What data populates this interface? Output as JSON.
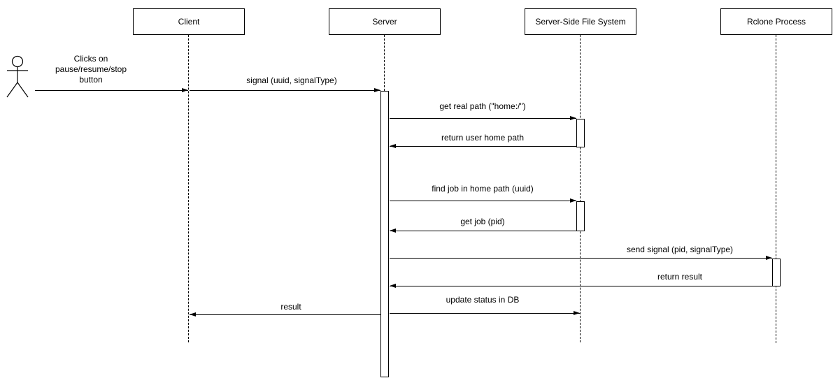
{
  "diagram": {
    "type": "uml-sequence",
    "background_color": "#ffffff",
    "stroke_color": "#000000",
    "actor": {
      "icon": "stick-figure",
      "role": "User"
    },
    "participants": [
      {
        "label": "Client"
      },
      {
        "label": "Server"
      },
      {
        "label": "Server-Side File System"
      },
      {
        "label": "Rclone Process"
      }
    ],
    "messages": [
      {
        "from": "User",
        "to": "Client",
        "direction": "right",
        "label": "Clicks on\npause/resume/stop\nbutton"
      },
      {
        "from": "Client",
        "to": "Server",
        "direction": "right",
        "label": "signal (uuid, signalType)"
      },
      {
        "from": "Server",
        "to": "Server-Side File System",
        "direction": "right",
        "label": "get real path (\"home:/\")"
      },
      {
        "from": "Server-Side File System",
        "to": "Server",
        "direction": "left",
        "label": "return user home path"
      },
      {
        "from": "Server",
        "to": "Server-Side File System",
        "direction": "right",
        "label": "find job in home path (uuid)"
      },
      {
        "from": "Server-Side File System",
        "to": "Server",
        "direction": "left",
        "label": "get job (pid)"
      },
      {
        "from": "Server",
        "to": "Rclone Process",
        "direction": "right",
        "label": "send signal (pid, signalType)"
      },
      {
        "from": "Rclone Process",
        "to": "Server",
        "direction": "left",
        "label": "return result"
      },
      {
        "from": "Server",
        "to": "Server-Side File System",
        "direction": "right",
        "label": "update status in DB"
      },
      {
        "from": "Server",
        "to": "Client",
        "direction": "left",
        "label": "result"
      }
    ]
  }
}
